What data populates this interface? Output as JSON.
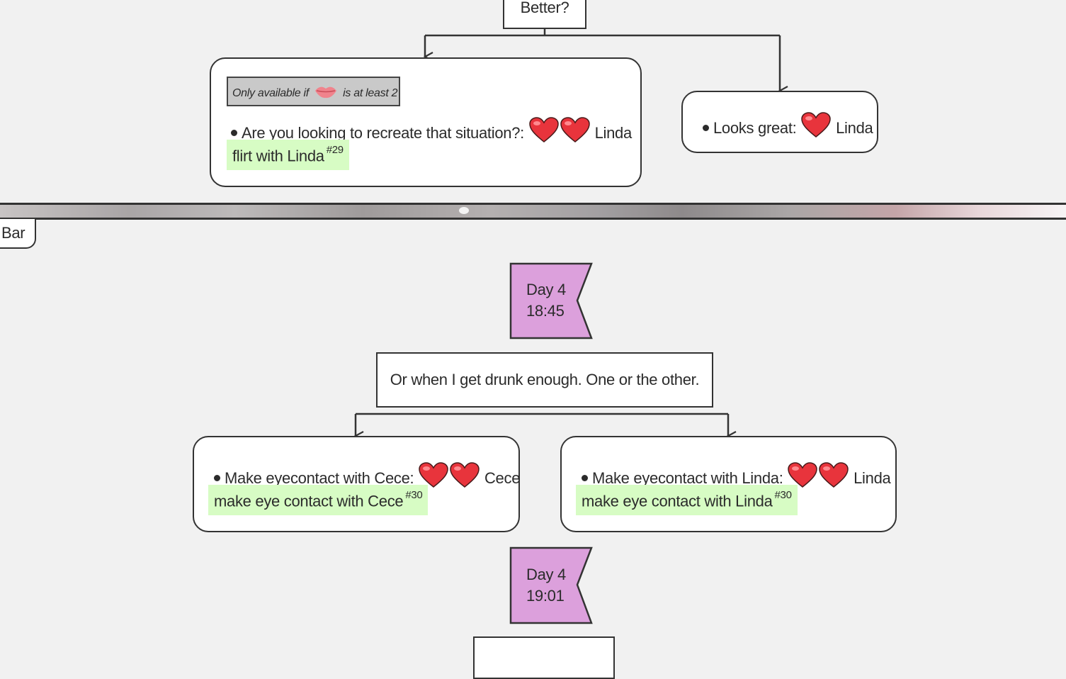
{
  "top_node": {
    "text": "Better?"
  },
  "option_left": {
    "condition": {
      "prefix": "Only available if",
      "icon": "kiss-lips-icon",
      "suffix": "is at least 2"
    },
    "line": "Are you looking to recreate that situation?:",
    "hearts": 2,
    "character": "Linda",
    "action": {
      "label": "flirt with Linda",
      "ref": "#29"
    }
  },
  "option_right": {
    "line": "Looks great:",
    "hearts": 1,
    "character": "Linda"
  },
  "scene_label": "Bar",
  "flag1": {
    "day": "Day 4",
    "time": "18:45"
  },
  "statement": {
    "text": "Or when I get drunk enough. One or the other."
  },
  "choice_cece": {
    "line": "Make eyecontact with Cece:",
    "hearts": 2,
    "character": "Cece",
    "action": {
      "label": "make eye contact with Cece",
      "ref": "#30"
    }
  },
  "choice_linda": {
    "line": "Make eyecontact with Linda:",
    "hearts": 2,
    "character": "Linda",
    "action": {
      "label": "make eye contact with Linda",
      "ref": "#30"
    }
  },
  "flag2": {
    "day": "Day 4",
    "time": "19:01"
  },
  "colors": {
    "background": "#f1f1f1",
    "flag": "#dca0dc",
    "action_highlight": "#d7fcc4",
    "heart": "#e8343c",
    "condition": "#c9c9c9"
  }
}
